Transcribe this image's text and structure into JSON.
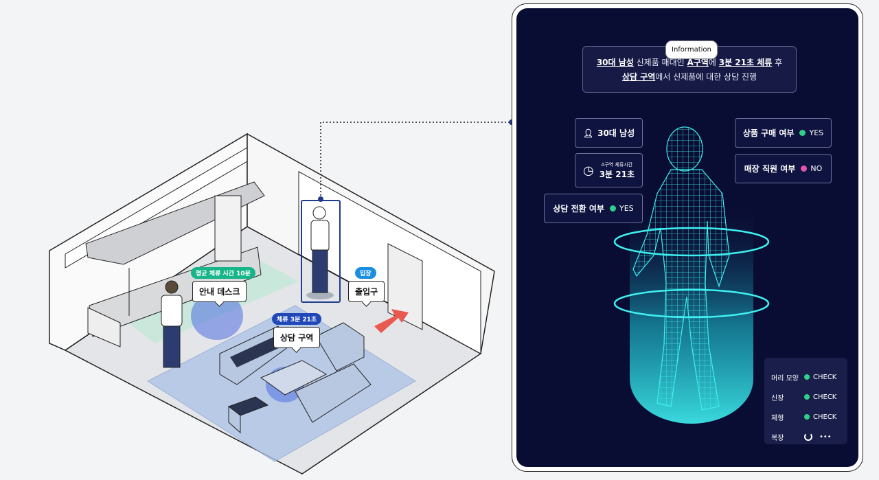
{
  "scene": {
    "avg_stay_tag": "평균 체류 시간 10분",
    "info_desk": "안내 데스크",
    "entry_tag": "입장",
    "exit_label": "출입구",
    "stay_tag": "체류 3분 21초",
    "consult_area": "상담 구역"
  },
  "info": {
    "pill": "Information",
    "l1_a": "30대 남성",
    "l1_b": " 신제품 매대인 ",
    "l1_c": "A구역",
    "l1_d": "에 ",
    "l1_e": "3분 21초 체류",
    "l1_f": " 후",
    "l2_a": "상담 구역",
    "l2_b": "에서 신제품에 대한 상담 진행"
  },
  "cards": {
    "age": "30대 남성",
    "stay_small": "A구역 체류시간",
    "stay_time": "3분 21초",
    "consult_label": "상담 전환 여부",
    "consult_value": "YES",
    "purchase_label": "상품 구매 여부",
    "purchase_value": "YES",
    "staff_label": "매장 직원 여부",
    "staff_value": "NO"
  },
  "checks": [
    {
      "label": "머리 모양",
      "value": "CHECK"
    },
    {
      "label": "신장",
      "value": "CHECK"
    },
    {
      "label": "체형",
      "value": "CHECK"
    },
    {
      "label": "복장",
      "value": "•••"
    }
  ],
  "colors": {
    "yes": "#2fd08a",
    "no": "#e255b0",
    "panel": "#0a0d33",
    "hologram": "#3ff0f0"
  }
}
